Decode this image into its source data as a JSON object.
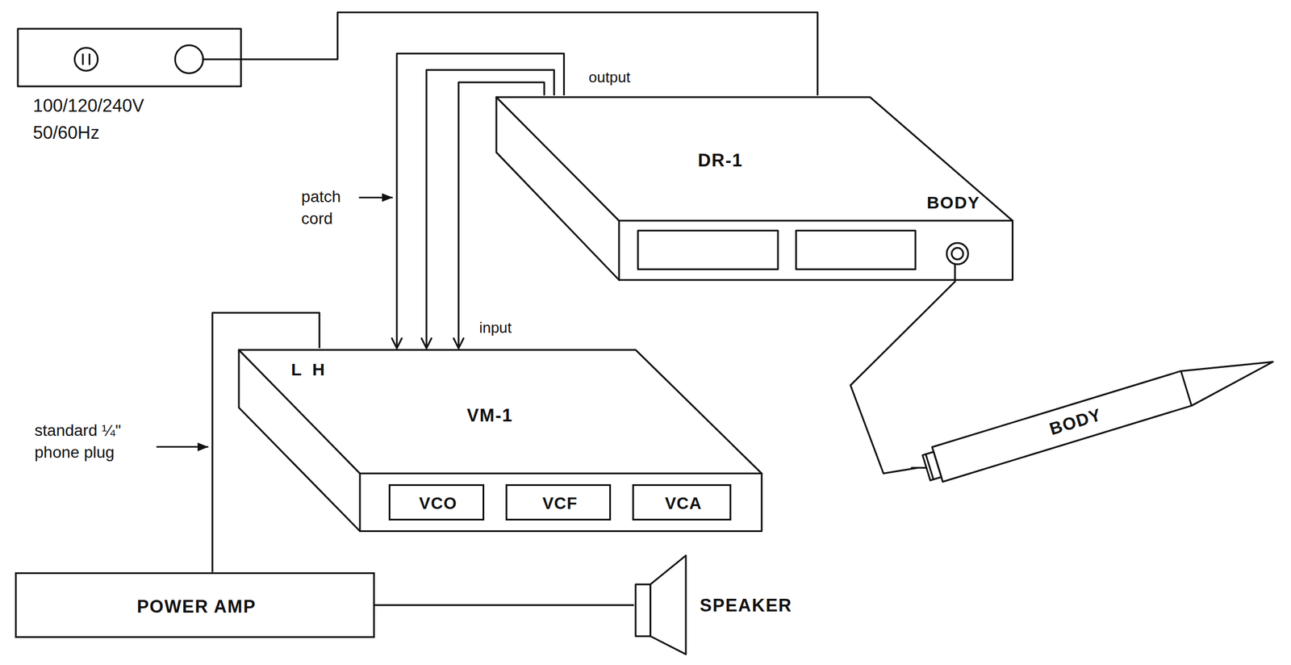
{
  "diagram": {
    "nodes": [
      {
        "text": [
          "100/120/240V 50/60Hz"
        ]
      },
      {
        "text": [
          "DR-1",
          "BODY"
        ]
      },
      {
        "text": [
          "L H",
          "VM-1"
        ]
      },
      {
        "text": [
          "VCO"
        ],
        "in": 2
      },
      {
        "text": [
          "VCF"
        ],
        "in": 2
      },
      {
        "text": [
          "VCA"
        ],
        "in": 2
      },
      {
        "text": [
          "BODY"
        ]
      },
      {
        "text": [
          "POWER AMP"
        ]
      },
      {
        "text": [
          "SPEAKER"
        ]
      }
    ],
    "edges": [
      {
        "from": 0,
        "to": 1,
        "arrow": "none"
      },
      {
        "from": 1,
        "to": 2,
        "arrow": "to"
      },
      {
        "from": 1,
        "to": 2,
        "arrow": "to"
      },
      {
        "from": 1,
        "to": 2,
        "arrow": "to"
      },
      {
        "from": 1,
        "to": 6,
        "arrow": "none"
      },
      {
        "from": 2,
        "to": 7,
        "arrow": "none"
      },
      {
        "from": 7,
        "to": 8,
        "arrow": "none"
      }
    ],
    "labels": [
      "output",
      "patch cord",
      "input",
      "standard ¼\" phone plug"
    ]
  }
}
